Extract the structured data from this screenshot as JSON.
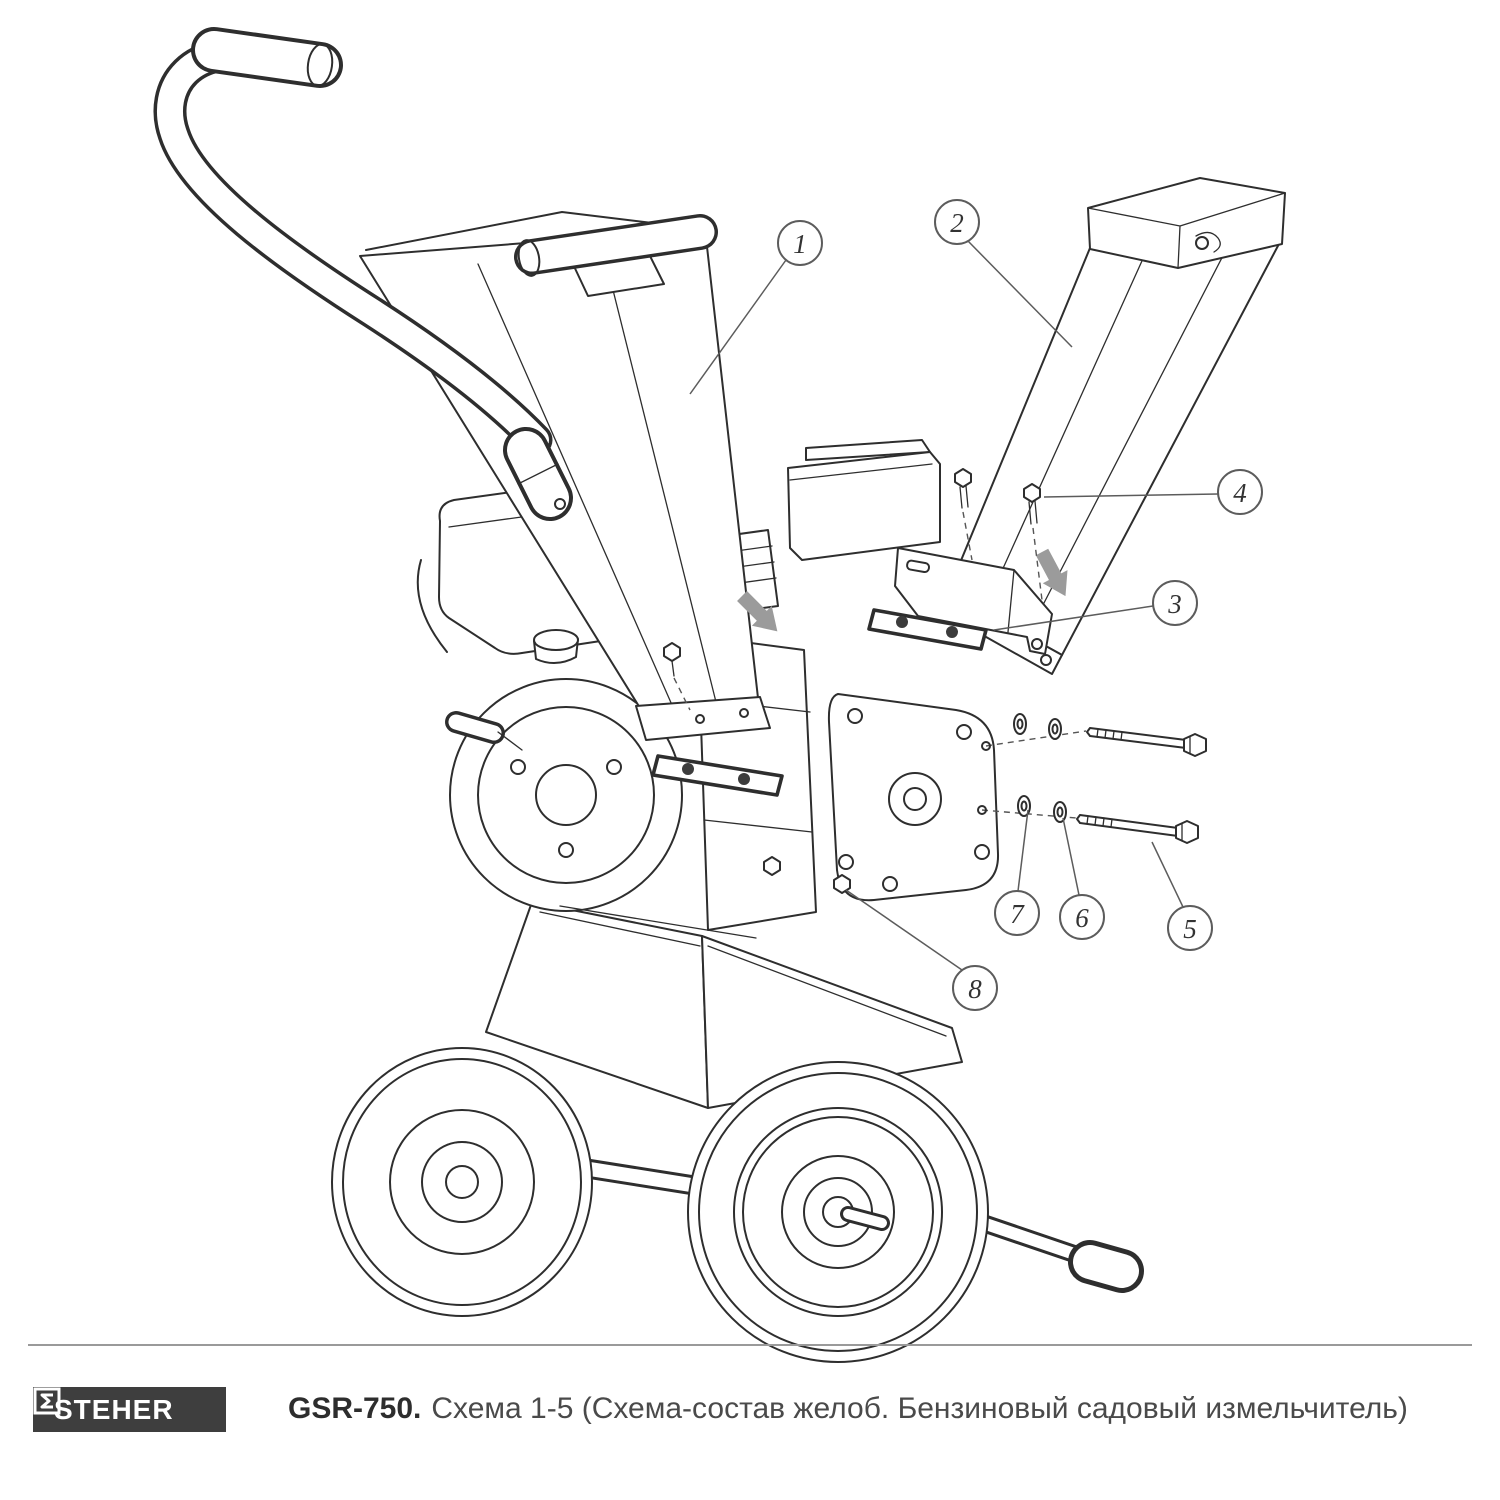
{
  "colors": {
    "background": "#ffffff",
    "line": "#2e2e2e",
    "callout": "#5c5c5c",
    "arrow": "#9b9b9b",
    "logo_bg": "#3e3e3e",
    "logo_text": "#ffffff",
    "divider": "#9a9a9a",
    "caption_bold": "#2d2d2d",
    "caption_regular": "#4a4a4a"
  },
  "callouts": [
    {
      "label": "1"
    },
    {
      "label": "2"
    },
    {
      "label": "3"
    },
    {
      "label": "4"
    },
    {
      "label": "5"
    },
    {
      "label": "6"
    },
    {
      "label": "7"
    },
    {
      "label": "8"
    }
  ],
  "footer": {
    "logo_text": "STEHER",
    "model": "GSR-750.",
    "caption": "Схема 1-5 (Схема-состав желоб. Бензиновый садовый измельчитель)"
  }
}
